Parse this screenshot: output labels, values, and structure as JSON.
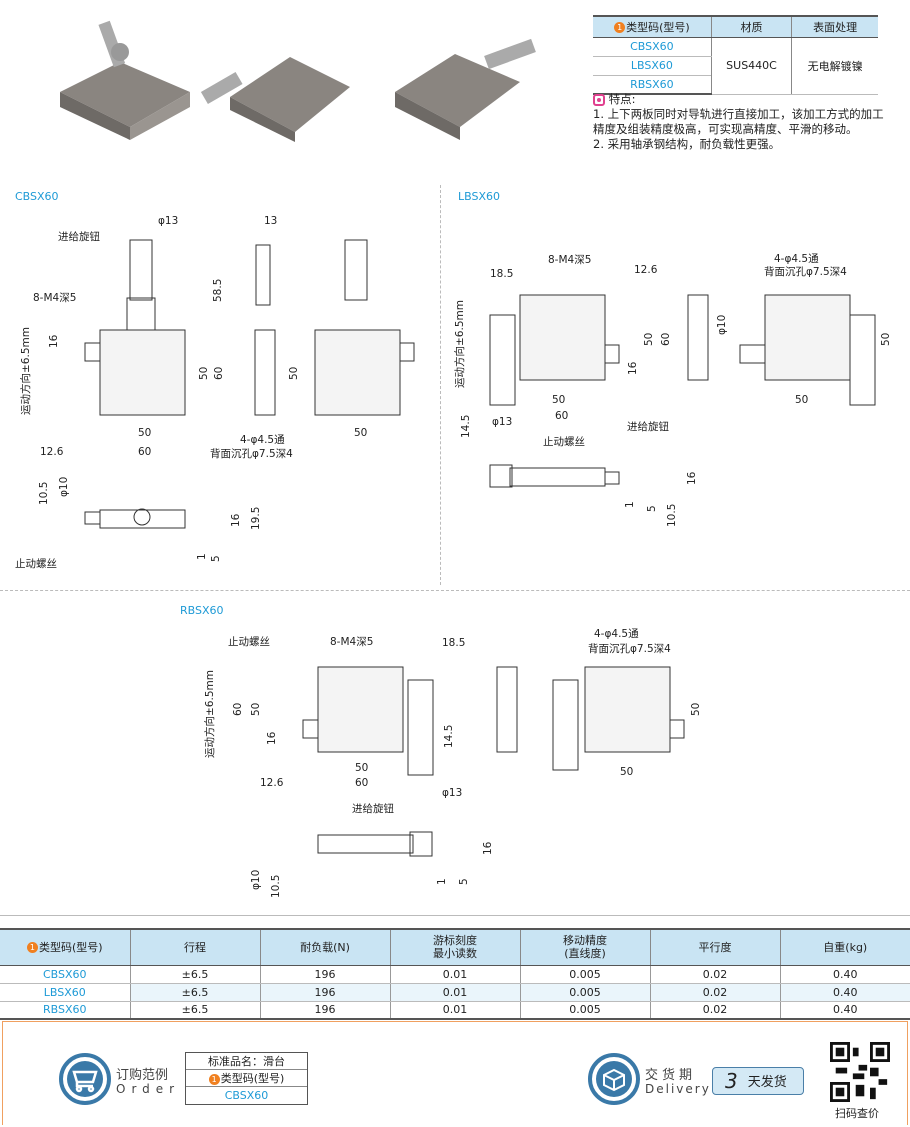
{
  "spec_table": {
    "headers": [
      "类型码(型号)",
      "材质",
      "表面处理"
    ],
    "badge": "1",
    "models": [
      "CBSX60",
      "LBSX60",
      "RBSX60"
    ],
    "material": "SUS440C",
    "surface": "无电解镀镍"
  },
  "features": {
    "title": "特点:",
    "items": [
      "1. 上下两板同时对导轨进行直接加工，该加工方式的加工精度及组装精度极高，可实现高精度、平滑的移动。",
      "2. 采用轴承钢结构，耐负载性更强。"
    ]
  },
  "drawings": {
    "cbsx60": {
      "title": "CBSX60",
      "labels": [
        "进给旋钮",
        "φ13",
        "58.5",
        "13",
        "8-M4深5",
        "运动方向±6.5mm",
        "16",
        "50",
        "60",
        "50",
        "60",
        "12.6",
        "50",
        "50",
        "4-φ4.5通",
        "背面沉孔φ7.5深4",
        "10.5",
        "φ10",
        "16",
        "19.5",
        "1",
        "5",
        "止动螺丝"
      ]
    },
    "lbsx60": {
      "title": "LBSX60",
      "labels": [
        "18.5",
        "8-M4深5",
        "12.6",
        "运动方向±6.5mm",
        "50",
        "60",
        "16",
        "φ10",
        "4-φ4.5通",
        "背面沉孔φ7.5深4",
        "50",
        "50",
        "50",
        "60",
        "14.5",
        "φ13",
        "进给旋钮",
        "止动螺丝",
        "16",
        "1",
        "5",
        "10.5"
      ]
    },
    "rbsx60": {
      "title": "RBSX60",
      "labels": [
        "止动螺丝",
        "8-M4深5",
        "18.5",
        "运动方向±6.5mm",
        "60",
        "50",
        "16",
        "14.5",
        "50",
        "60",
        "12.6",
        "φ13",
        "进给旋钮",
        "4-φ4.5通",
        "背面沉孔φ7.5深4",
        "50",
        "50",
        "16",
        "φ10",
        "10.5",
        "1",
        "5"
      ]
    }
  },
  "main_table": {
    "headers": [
      "类型码(型号)",
      "行程",
      "耐负载(N)",
      "游标刻度\n最小读数",
      "移动精度\n(直线度)",
      "平行度",
      "自重(kg)"
    ],
    "rows": [
      [
        "CBSX60",
        "±6.5",
        "196",
        "0.01",
        "0.005",
        "0.02",
        "0.40"
      ],
      [
        "LBSX60",
        "±6.5",
        "196",
        "0.01",
        "0.005",
        "0.02",
        "0.40"
      ],
      [
        "RBSX60",
        "±6.5",
        "196",
        "0.01",
        "0.005",
        "0.02",
        "0.40"
      ]
    ]
  },
  "footer": {
    "order_cn": "订购范例",
    "order_en": "Order",
    "std_name": "标准品名：滑台",
    "type_code": "类型码(型号)",
    "example": "CBSX60",
    "delivery_cn": "交货期",
    "delivery_en": "Delivery",
    "days": "3",
    "days_label": "天发货",
    "qr_label": "扫码查价"
  },
  "colors": {
    "accent": "#1e9ad6",
    "header_bg": "#c9e4f3",
    "badge": "#f08020",
    "footer_border": "#f0a060",
    "icon": "#3a79a8"
  }
}
